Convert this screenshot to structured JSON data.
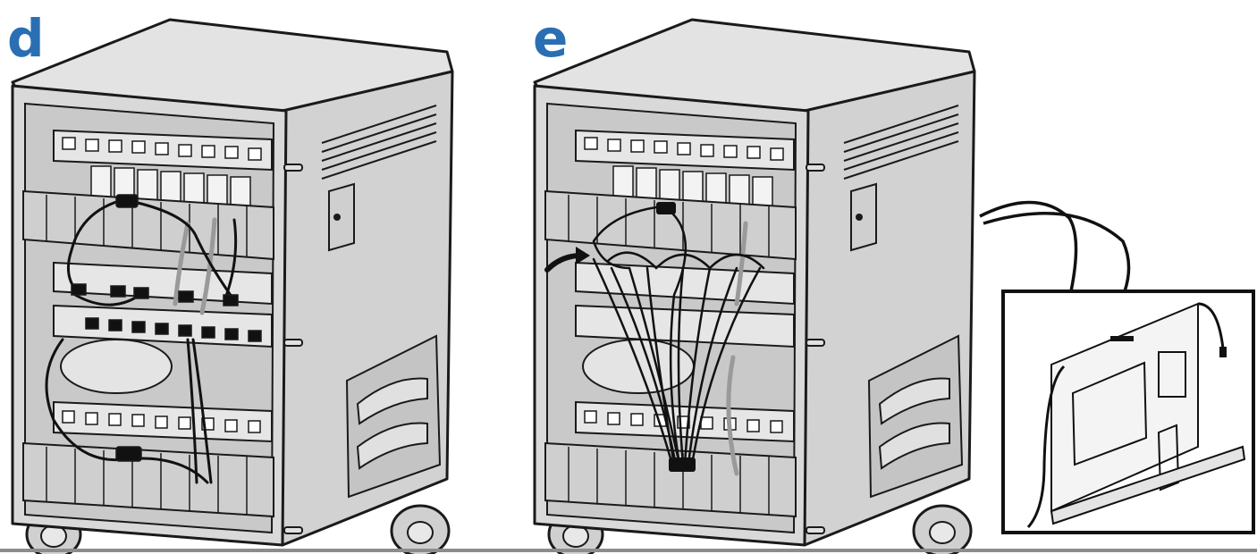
{
  "panels": {
    "d": {
      "label": "d"
    },
    "e": {
      "label": "e"
    }
  },
  "colors": {
    "label": "#2a6fb3",
    "cart_body": "#d9d9d9",
    "cart_side": "#cccccc",
    "outline": "#1a1a1a",
    "cable_dark": "#111111",
    "cable_grey": "#9a9a9a",
    "floor_line": "#8c8c8c"
  },
  "icons": {
    "arrow": "curved-arrow-icon",
    "callout": "callout-detail-bracket"
  }
}
